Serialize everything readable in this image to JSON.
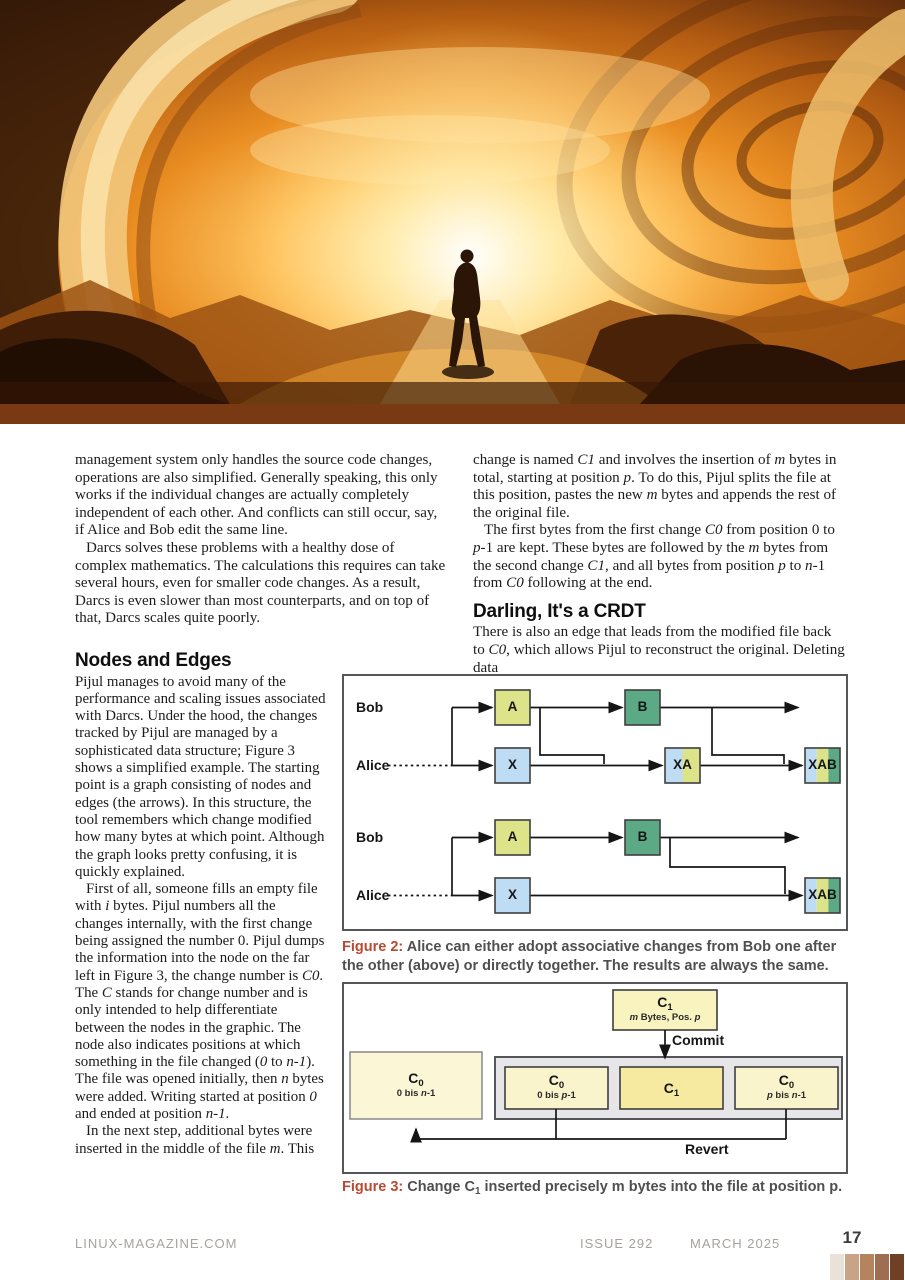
{
  "article": {
    "intro_left": {
      "p1": "management system only handles the source code changes, operations are also simplified. Generally speaking, this only works if the individual changes are actually completely independent of each other. And conflicts can still occur, say, if Alice and Bob edit the same line.",
      "p2": "Darcs solves these problems with a healthy dose of complex mathematics. The calculations this requires can take several hours, even for smaller code changes. As a result, Darcs is even slower than most counterparts, and on top of that, Darcs scales quite poorly."
    },
    "intro_right": {
      "p1": [
        "change is named ",
        {
          "t": "C1",
          "c": "i"
        },
        " and involves the insertion of ",
        {
          "t": "m",
          "c": "i"
        },
        " bytes in total, starting at position ",
        {
          "t": "p",
          "c": "i"
        },
        ". To do this, Pijul splits the file at this position, pastes the new ",
        {
          "t": "m",
          "c": "i"
        },
        " bytes and appends the rest of the original file."
      ],
      "p2": [
        "The first bytes from the first change ",
        {
          "t": "C0",
          "c": "i"
        },
        " from position 0 to ",
        {
          "t": "p",
          "c": "i"
        },
        "-1 are kept. These bytes are followed by the ",
        {
          "t": "m",
          "c": "i"
        },
        " bytes from the second change ",
        {
          "t": "C1",
          "c": "i"
        },
        ", and all bytes from position ",
        {
          "t": "p",
          "c": "i"
        },
        " to ",
        {
          "t": "n",
          "c": "i"
        },
        "-1 from ",
        {
          "t": "C0",
          "c": "i"
        },
        " following at the end."
      ]
    },
    "crdt_section": {
      "title": "Darling, It's a CRDT",
      "p1": [
        "There is also an edge that leads from the modified file back to ",
        {
          "t": "C0",
          "c": "i"
        },
        ", which allows Pijul to reconstruct the original. Deleting data"
      ]
    },
    "nodes_section": {
      "title": "Nodes and Edges",
      "p1": "Pijul manages to avoid many of the performance and scaling issues associated with Darcs. Under the hood, the changes tracked by Pijul are managed by a sophisticated data structure; Figure 3 shows a simplified example. The starting point is a graph consisting of nodes and edges (the arrows). In this structure, the tool remembers which change modified how many bytes at which point. Although the graph looks pretty confusing, it is quickly explained.",
      "p2": [
        "First of all, someone fills an empty file with ",
        {
          "t": "i",
          "c": "i"
        },
        " bytes. Pijul numbers all the changes internally, with the first change being assigned the number 0. Pijul dumps the information into the node on the far left in Figure 3, the change number is ",
        {
          "t": "C0",
          "c": "i"
        },
        ". The ",
        {
          "t": "C",
          "c": "i"
        },
        " stands for change number and is only intended to help differentiate between the nodes in the graphic. The node also indicates positions at which something in the file changed (",
        {
          "t": "0",
          "c": "i"
        },
        " to ",
        {
          "t": "n-1",
          "c": "i"
        },
        "). The file was opened initially, then ",
        {
          "t": "n",
          "c": "i"
        },
        " bytes were added. Writing started at position ",
        {
          "t": "0",
          "c": "i"
        },
        " and ended at position ",
        {
          "t": "n-1",
          "c": "i"
        },
        "."
      ],
      "p3": [
        "In the next step, additional bytes were inserted in the middle of the file ",
        {
          "t": "m",
          "c": "i"
        },
        ". This"
      ]
    }
  },
  "figure2": {
    "label": "Figure 2:",
    "caption": " Alice can either adopt associative changes from Bob one after the other (above) or directly together. The results are always the same.",
    "row_bob": "Bob",
    "row_alice": "Alice",
    "node_a": "A",
    "node_b": "B",
    "node_x": "X",
    "node_xa": "XA",
    "node_xab": "XAB",
    "colors": {
      "a": "#dce388",
      "b": "#5ca986",
      "x": "#bedcf4"
    }
  },
  "figure3": {
    "label": "Figure 3:",
    "caption": [
      " Change C",
      {
        "t": "1",
        "c": "sub"
      },
      " inserted precisely m bytes into the file at position p."
    ],
    "commit": "Commit",
    "revert": "Revert",
    "box_c1_top": {
      "title": [
        "C",
        {
          "t": "1",
          "c": "sub"
        }
      ],
      "sub": [
        {
          "t": "m",
          "c": "i"
        },
        " Bytes, Pos. ",
        {
          "t": "p",
          "c": "i"
        }
      ]
    },
    "box_c0_left": {
      "title": [
        "C",
        {
          "t": "0",
          "c": "sub"
        }
      ],
      "sub": [
        "0 bis ",
        {
          "t": "n",
          "c": "i"
        },
        "-1"
      ]
    },
    "box_c0_a": {
      "title": [
        "C",
        {
          "t": "0",
          "c": "sub"
        }
      ],
      "sub": [
        "0 bis ",
        {
          "t": "p",
          "c": "i"
        },
        "-1"
      ]
    },
    "box_c1_mid": {
      "title": [
        "C",
        {
          "t": "1",
          "c": "sub"
        }
      ]
    },
    "box_c0_b": {
      "title": [
        "C",
        {
          "t": "0",
          "c": "sub"
        }
      ],
      "sub": [
        {
          "t": "p",
          "c": "i"
        },
        " bis ",
        {
          "t": "n",
          "c": "i"
        },
        "-1"
      ]
    },
    "colors": {
      "pale_yellow": "#faf4cc",
      "highlight_yellow": "#f6e9a0",
      "container_gray": "#e6e6e8"
    }
  },
  "footer": {
    "site": "LINUX-MAGAZINE.COM",
    "issue": "ISSUE 292",
    "date": "MARCH 2025",
    "page_number": "17",
    "strip_colors": [
      "#eae2d8",
      "#c9a385",
      "#b5845f",
      "#9f6e52",
      "#6f3f26"
    ]
  },
  "divider_color": "#793913"
}
